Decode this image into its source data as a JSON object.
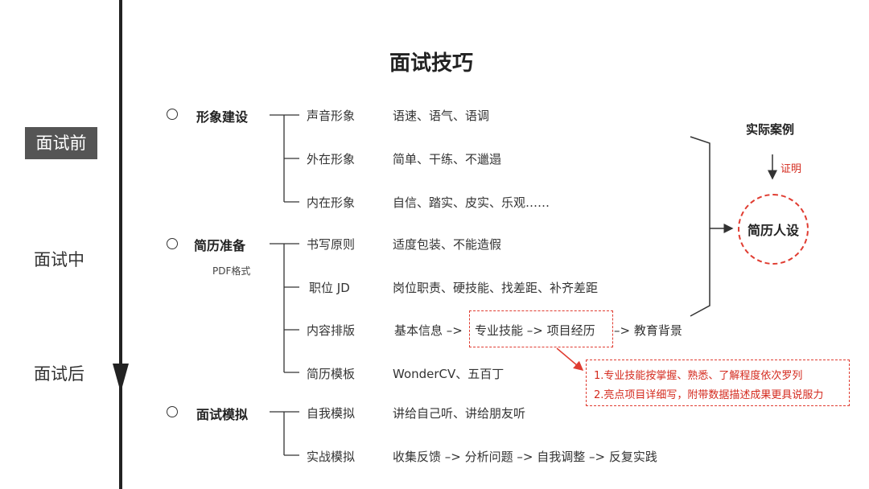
{
  "title": "面试技巧",
  "timeline": {
    "phases": [
      {
        "label": "面试前",
        "active": true
      },
      {
        "label": "面试中",
        "active": false
      },
      {
        "label": "面试后",
        "active": false
      }
    ]
  },
  "sections": [
    {
      "label": "形象建设",
      "items": [
        {
          "label": "声音形象",
          "detail": "语速、语气、语调"
        },
        {
          "label": "外在形象",
          "detail": "简单、干练、不邋遢"
        },
        {
          "label": "内在形象",
          "detail": "自信、踏实、皮实、乐观……"
        }
      ]
    },
    {
      "label": "简历准备",
      "note": "PDF格式",
      "items": [
        {
          "label": "书写原则",
          "detail": "适度包装、不能造假"
        },
        {
          "label": "职位 JD",
          "detail": "岗位职责、硬技能、找差距、补齐差距"
        },
        {
          "label": "内容排版",
          "detail_parts": [
            "基本信息 –>",
            "专业技能 –> 项目经历",
            "–> 教育背景"
          ]
        },
        {
          "label": "简历模板",
          "detail": "WonderCV、五百丁"
        }
      ]
    },
    {
      "label": "面试模拟",
      "items": [
        {
          "label": "自我模拟",
          "detail": "讲给自己听、讲给朋友听"
        },
        {
          "label": "实战模拟",
          "detail": "收集反馈 –> 分析问题 –> 自我调整 –> 反复实践"
        }
      ]
    }
  ],
  "callout": {
    "lines": [
      "1.专业技能按掌握、熟悉、了解程度依次罗列",
      "2.亮点项目详细写，附带数据描述成果更具说服力"
    ]
  },
  "persona": {
    "case_label": "实际案例",
    "arrow_label": "证明",
    "circle_label": "简历人设"
  },
  "colors": {
    "accent_red": "#e03c31",
    "timeline": "#222222",
    "active_phase_bg": "#555555"
  }
}
